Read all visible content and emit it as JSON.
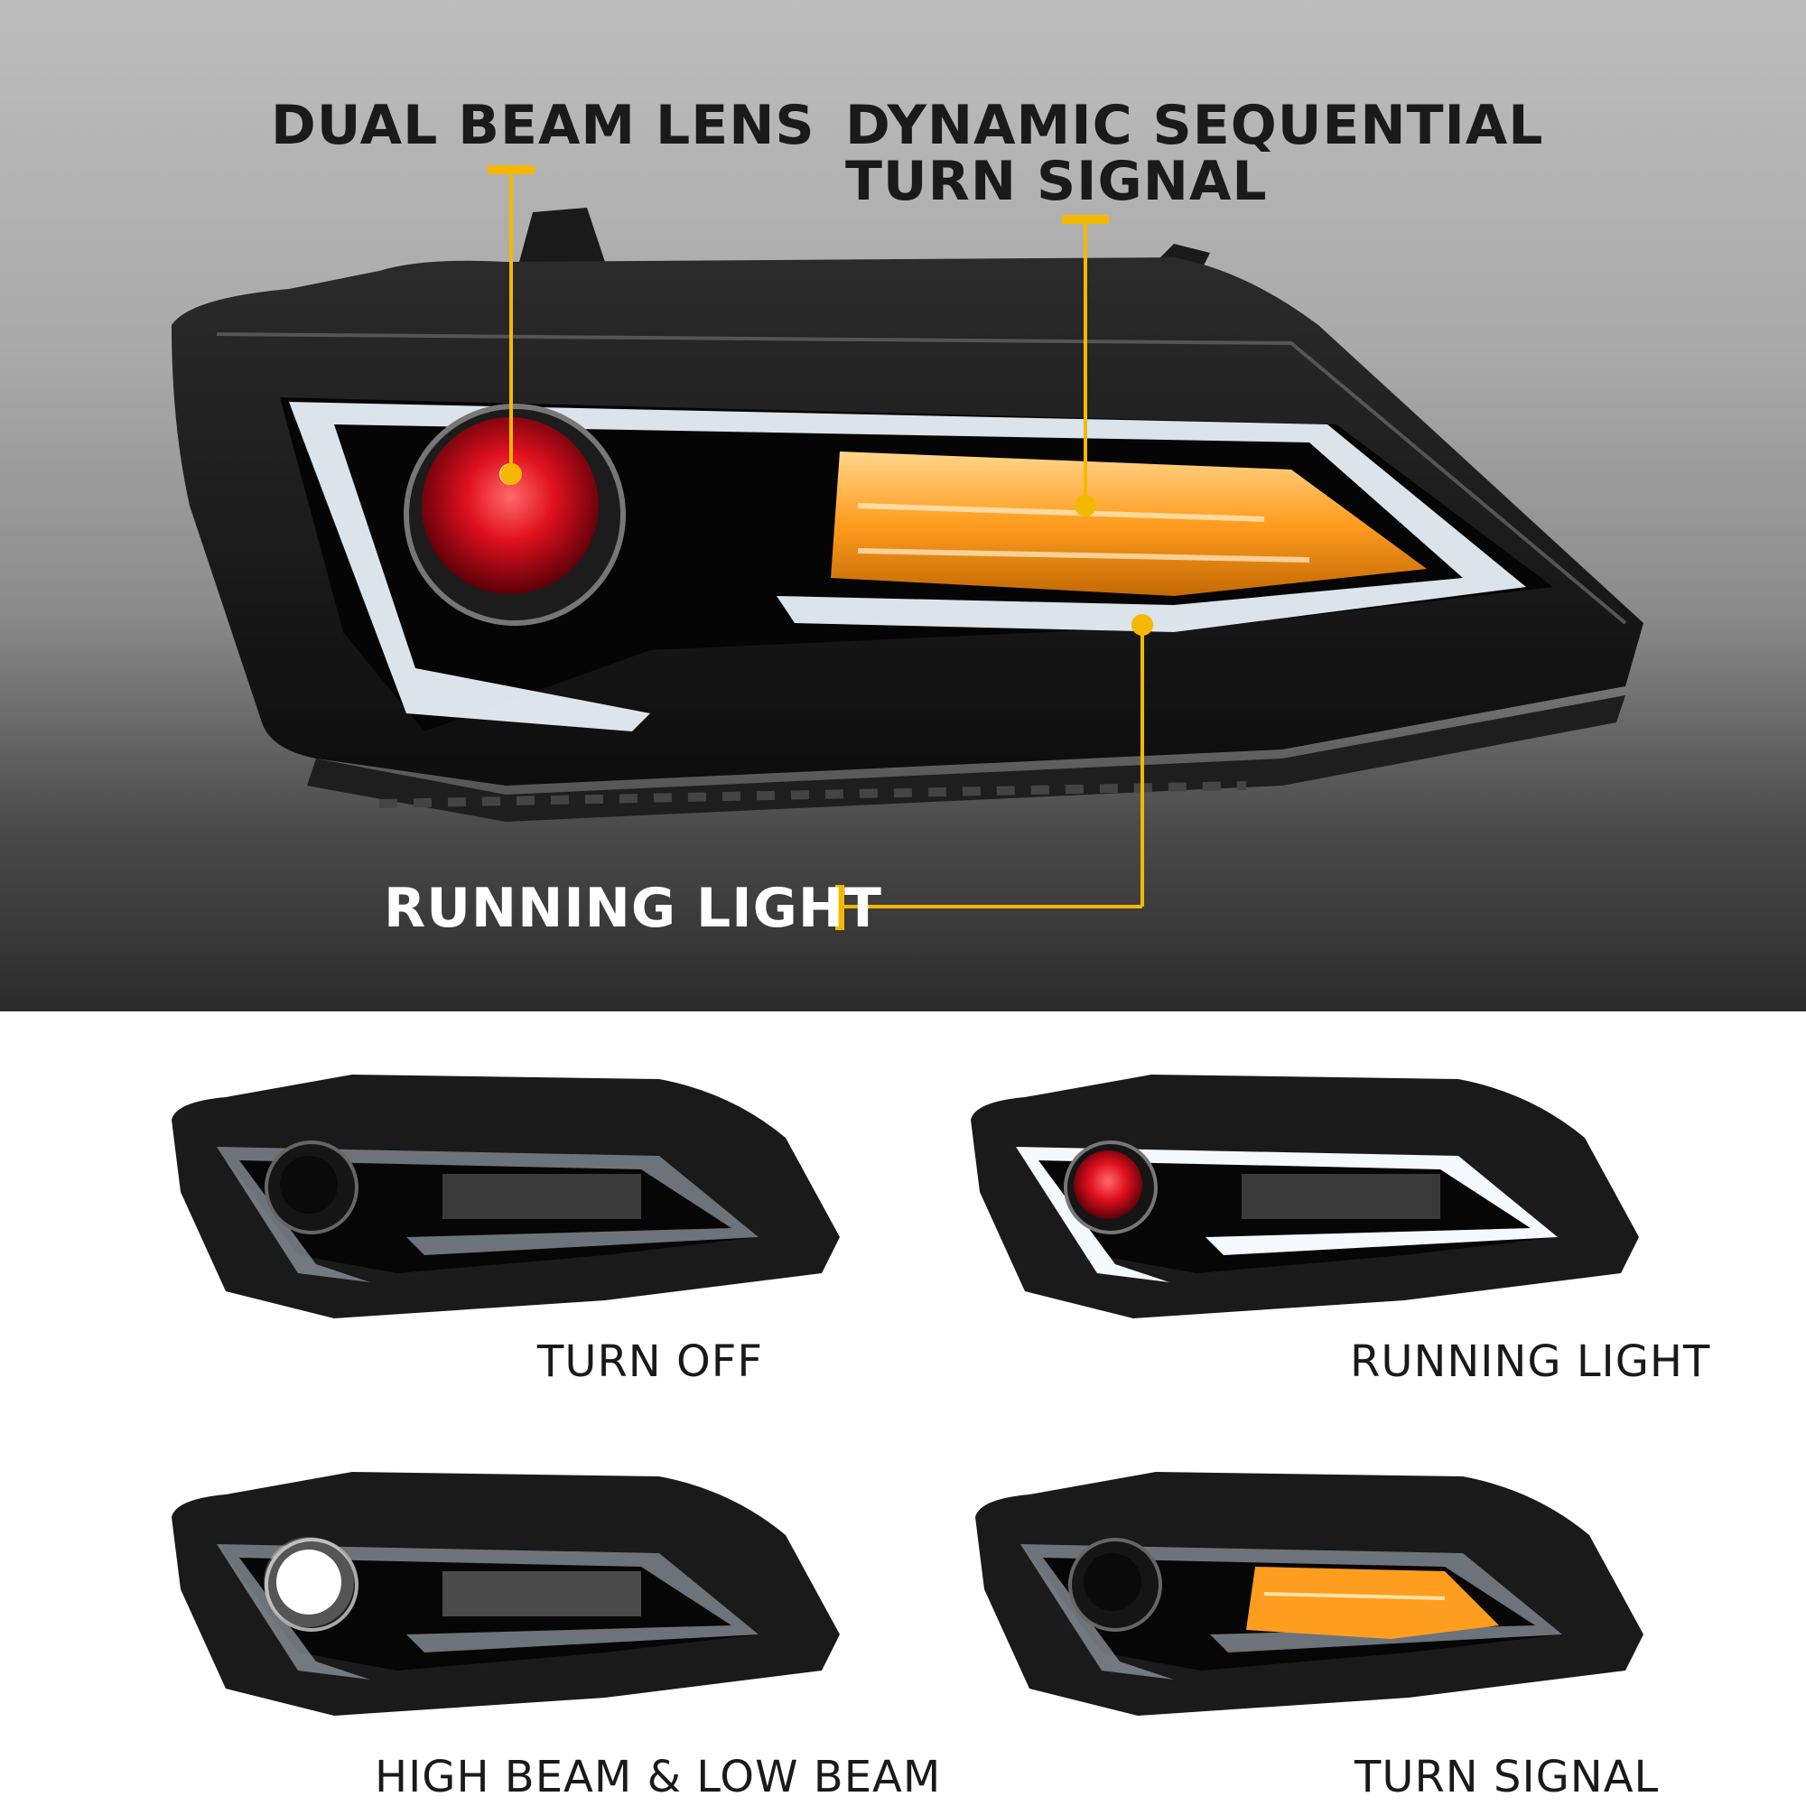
{
  "hero": {
    "callouts": {
      "dual_beam_lens": "DUAL BEAM LENS",
      "dynamic_sequential_line1": "DYNAMIC SEQUENTIAL",
      "dynamic_sequential_line2": "TURN SIGNAL",
      "running_light": "RUNNING LIGHT"
    },
    "accent_color": "#f5b800"
  },
  "modes": [
    {
      "label": "TURN OFF"
    },
    {
      "label": "RUNNING LIGHT"
    },
    {
      "label": "HIGH BEAM & LOW BEAM"
    },
    {
      "label": "TURN SIGNAL"
    }
  ]
}
